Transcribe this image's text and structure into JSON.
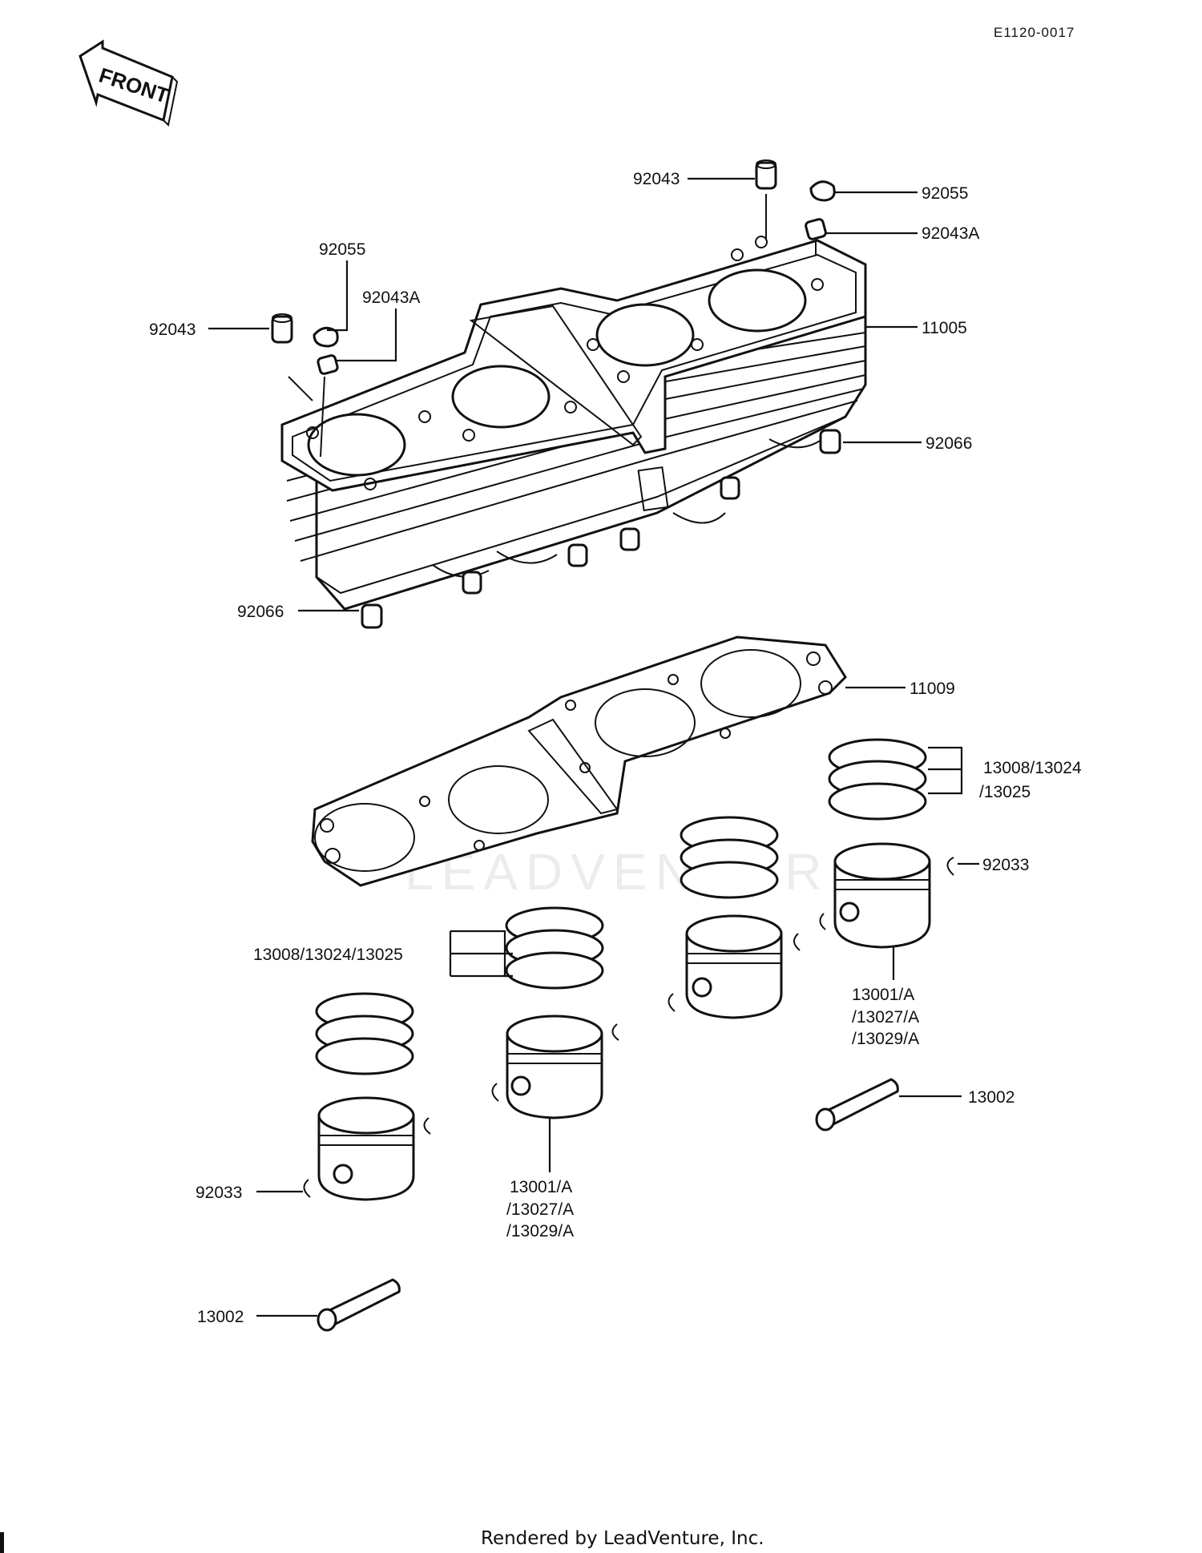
{
  "diagram_code": "E1120-0017",
  "front_label": "FRONT",
  "watermark": "LEADVENTURE",
  "footer": "Rendered by LeadVenture, Inc.",
  "callouts": {
    "top_92043": "92043",
    "top_92055": "92055",
    "top_92043A": "92043A",
    "left_92055": "92055",
    "left_92043A": "92043A",
    "left_92043": "92043",
    "cyl_11005": "11005",
    "right_92066": "92066",
    "bottom_92066": "92066",
    "gasket_11009": "11009",
    "rings_right_1": "13008/13024",
    "rings_right_2": "/13025",
    "clip_right_92033": "92033",
    "rings_left": "13008/13024/13025",
    "piston_right_1": "13001/A",
    "piston_right_2": "/13027/A",
    "piston_right_3": "/13029/A",
    "pin_right_13002": "13002",
    "clip_left_92033": "92033",
    "piston_mid_1": "13001/A",
    "piston_mid_2": "/13027/A",
    "piston_mid_3": "/13029/A",
    "pin_left_13002": "13002"
  }
}
